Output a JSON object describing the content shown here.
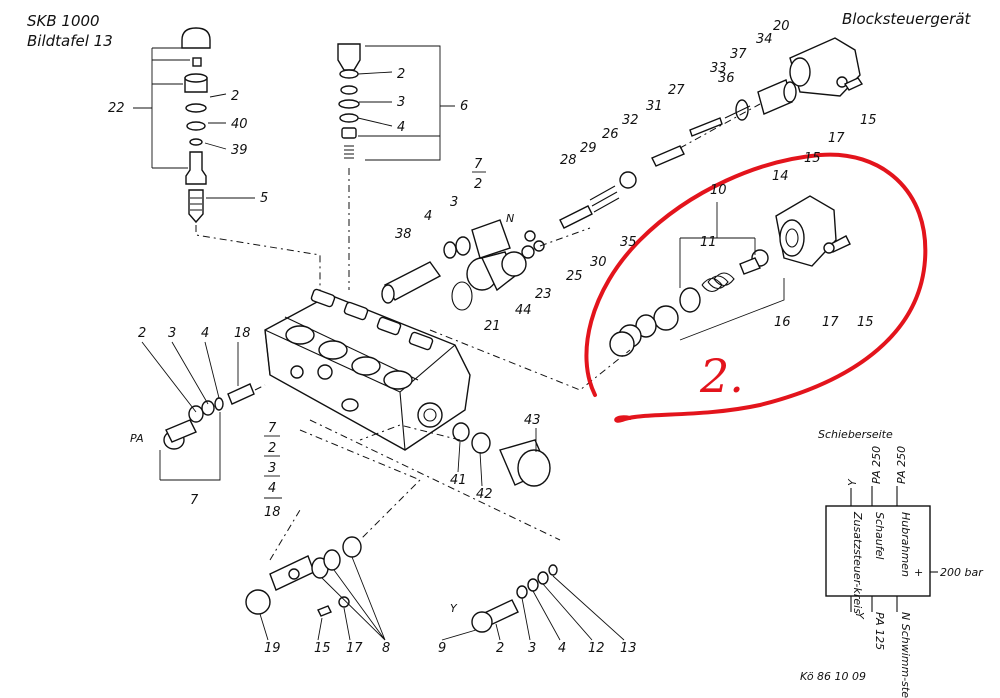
{
  "header": {
    "model": "SKB 1000",
    "plate": "Bildtafel 13",
    "title": "Blocksteuergerät"
  },
  "callouts": {
    "n20": "20",
    "n34": "34",
    "n37": "37",
    "n36": "36",
    "n33": "33",
    "n27": "27",
    "n31": "31",
    "n32": "32",
    "n26": "26",
    "n29": "29",
    "n28": "28",
    "n15a": "15",
    "n17a": "17",
    "n35": "35",
    "n30": "30",
    "n25": "25",
    "n23": "23",
    "n44": "44",
    "n21": "21",
    "n38": "38",
    "n4a": "4",
    "n3a": "3",
    "n7frac": "7",
    "n2frac": "2",
    "nN": "N",
    "n22": "22",
    "n2a": "2",
    "n40": "40",
    "n39": "39",
    "n5": "5",
    "n6": "6",
    "n2b": "2",
    "n3b": "3",
    "n4b": "4",
    "n10": "10",
    "n11": "11",
    "n14": "14",
    "n15b": "15",
    "n16": "16",
    "n17b": "17",
    "n15c": "15",
    "n2c": "2",
    "n3c": "3",
    "n4c": "4",
    "n18": "18",
    "nPA": "PA",
    "n7a": "7",
    "stack7": "7",
    "stack2": "2",
    "stack3": "3",
    "stack4": "4",
    "stack18": "18",
    "n43": "43",
    "n41": "41",
    "n42": "42",
    "n19": "19",
    "n15d": "15",
    "n17c": "17",
    "n8": "8",
    "nY": "Y",
    "n9": "9",
    "n2d": "2",
    "n3d": "3",
    "n4d": "4",
    "n12": "12",
    "n13": "13"
  },
  "annotation": {
    "handwritten": "2."
  },
  "schematic": {
    "side_label": "Schieberseite",
    "top_ports": [
      "PA 250",
      "PA 250"
    ],
    "y_top": "Y",
    "sections": [
      "Hubrahmen",
      "Schaufel",
      "Zusatzsteuer-kreis"
    ],
    "pressure": "200 bar",
    "plus": "+",
    "bottom": [
      "N Schwimm-stellung",
      "PA 125",
      "Y"
    ],
    "ref": "Kö 86 10 09"
  },
  "colors": {
    "ink": "#111111",
    "annotation": "#e3141c",
    "paper": "#ffffff"
  }
}
